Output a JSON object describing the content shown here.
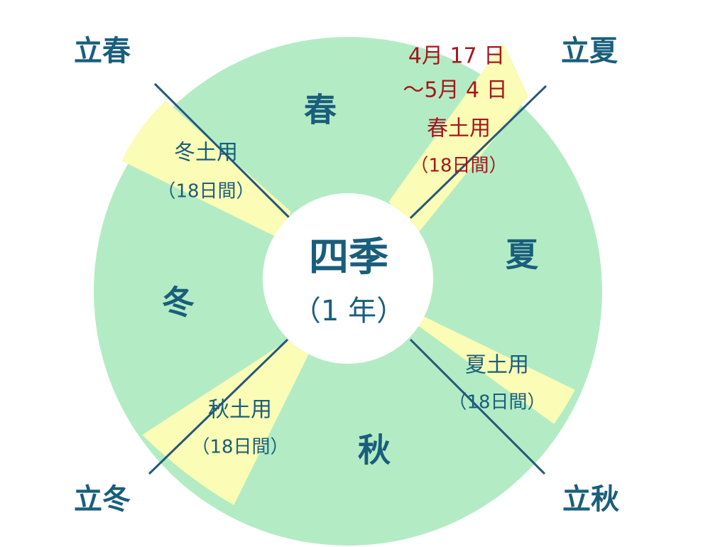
{
  "colors": {
    "season_fill": "#b3ecc4",
    "doyo_fill": "#fbfcb5",
    "line": "#24587a",
    "text": "#195e7c",
    "accent": "#a4171b",
    "center_fill": "#ffffff"
  },
  "center": {
    "title": "四季",
    "subtitle": "（1 年）"
  },
  "corners": {
    "risshun": "立春",
    "rikka": "立夏",
    "risshu": "立秋",
    "ritto": "立冬"
  },
  "seasons": {
    "spring": "春",
    "summer": "夏",
    "autumn": "秋",
    "winter": "冬"
  },
  "doyo": {
    "spring": {
      "date_line1": "4月 17 日",
      "date_line2": "～5月 4 日",
      "label": "春土用",
      "days": "（18日間）"
    },
    "summer": {
      "label": "夏土用",
      "days": "（18日間）"
    },
    "autumn": {
      "label": "秋土用",
      "days": "（18日間）"
    },
    "winter": {
      "label": "冬土用",
      "days": "（18日間）"
    }
  }
}
